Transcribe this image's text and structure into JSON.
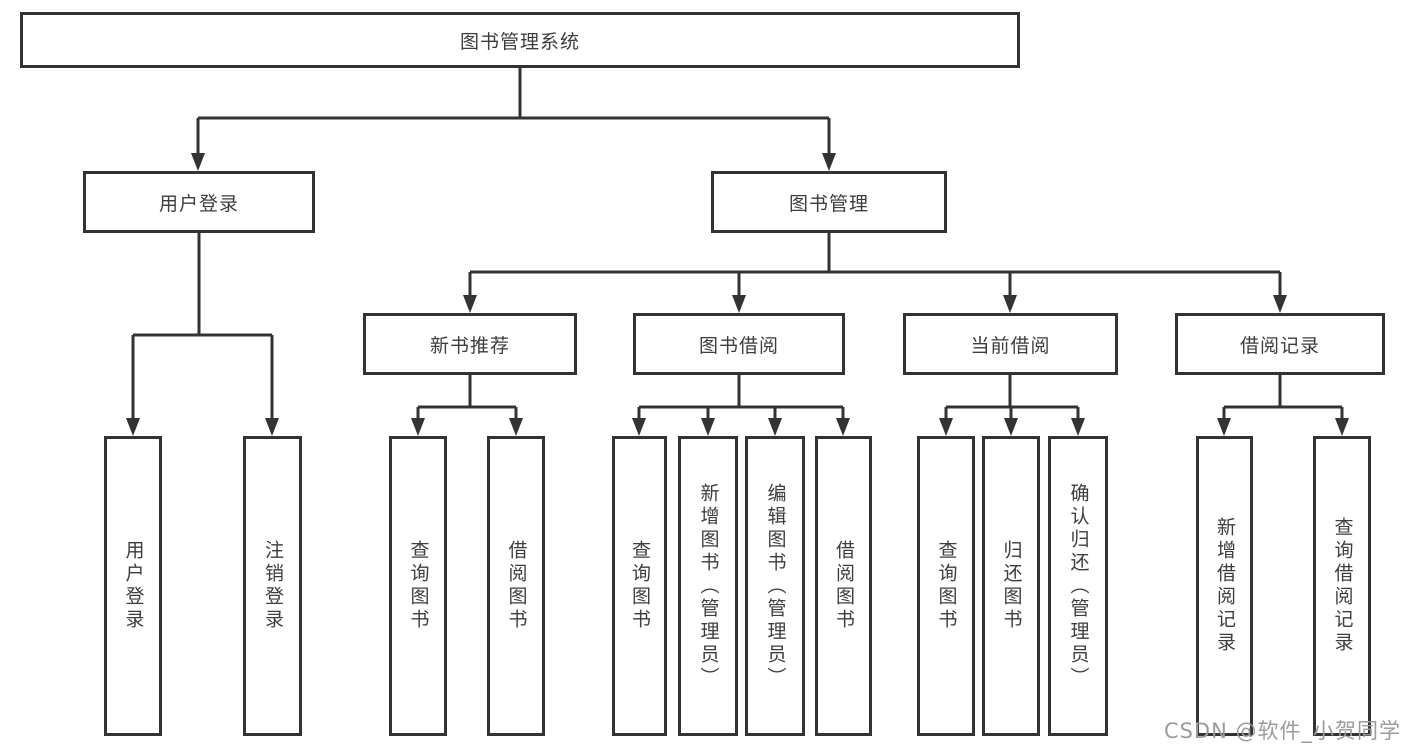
{
  "diagram": {
    "root": {
      "label": "图书管理系统"
    },
    "branches": [
      {
        "label": "用户登录",
        "children": [
          {
            "label": "用户登录"
          },
          {
            "label": "注销登录"
          }
        ]
      },
      {
        "label": "图书管理",
        "children": [
          {
            "label": "新书推荐",
            "children": [
              {
                "label": "查询图书"
              },
              {
                "label": "借阅图书"
              }
            ]
          },
          {
            "label": "图书借阅",
            "children": [
              {
                "label": "查询图书"
              },
              {
                "label": "新增图书（管理员）"
              },
              {
                "label": "编辑图书（管理员）"
              },
              {
                "label": "借阅图书"
              }
            ]
          },
          {
            "label": "当前借阅",
            "children": [
              {
                "label": "查询图书"
              },
              {
                "label": "归还图书"
              },
              {
                "label": "确认归还（管理员）"
              }
            ]
          },
          {
            "label": "借阅记录",
            "children": [
              {
                "label": "新增借阅记录"
              },
              {
                "label": "查询借阅记录"
              }
            ]
          }
        ]
      }
    ]
  },
  "watermark": {
    "text": "CSDN @软件_小贺同学"
  },
  "colors": {
    "line": "#333333",
    "text": "#3d3d3d",
    "watermark": "#9b9b9b",
    "background": "#ffffff"
  }
}
